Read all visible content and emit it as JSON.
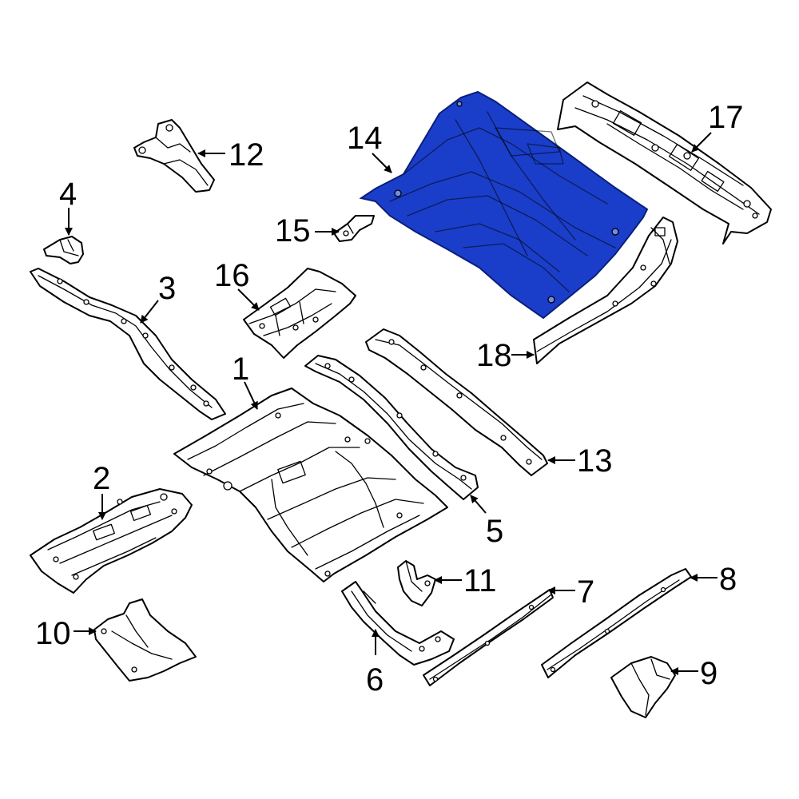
{
  "colors": {
    "highlight_fill": "#1a3ec9",
    "highlight_stroke": "#0a1f7a",
    "line": "#000000",
    "background": "#ffffff"
  },
  "callouts": {
    "c1": "1",
    "c2": "2",
    "c3": "3",
    "c4": "4",
    "c5": "5",
    "c6": "6",
    "c7": "7",
    "c8": "8",
    "c9": "9",
    "c10": "10",
    "c11": "11",
    "c12": "12",
    "c13": "13",
    "c14": "14",
    "c15": "15",
    "c16": "16",
    "c17": "17",
    "c18": "18"
  },
  "highlighted_part": "14"
}
